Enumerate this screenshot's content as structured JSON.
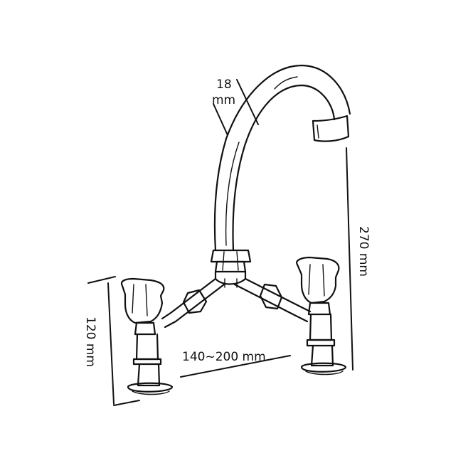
{
  "dimensions": {
    "pipe_diameter": {
      "value": "18",
      "unit": "mm"
    },
    "spout_height": "270 mm",
    "handle_height": "120 mm",
    "center_spacing": "140~200 mm"
  }
}
